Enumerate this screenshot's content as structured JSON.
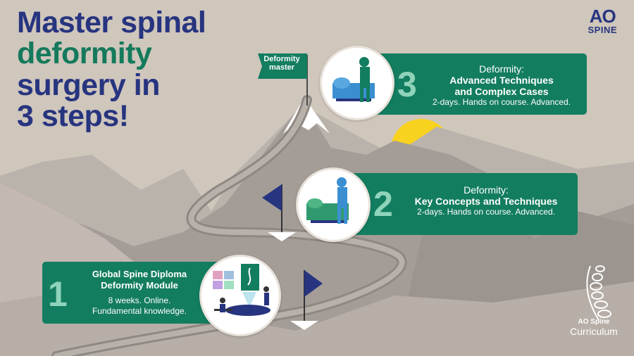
{
  "headline": {
    "line1": "Master spinal",
    "line2": "deformity",
    "line3": "surgery in",
    "line4": "3 steps!"
  },
  "brand": {
    "ao": "AO",
    "spine": "SPINE"
  },
  "summit_flag": {
    "line1": "Deformity",
    "line2": "master"
  },
  "steps": [
    {
      "number": "1",
      "title_line1": "Global Spine Diploma",
      "title_line2": "Deformity Module",
      "detail_line1": "8 weeks. Online.",
      "detail_line2": "Fundamental knowledge."
    },
    {
      "number": "2",
      "label": "Deformity:",
      "title_line1": "Key Concepts and Techniques",
      "detail_line1": "2-days. Hands on course. Advanced."
    },
    {
      "number": "3",
      "label": "Deformity:",
      "title_line1": "Advanced Techniques",
      "title_line2": "and Complex Cases",
      "detail_line1": "2-days. Hands on course. Advanced."
    }
  ],
  "curriculum": {
    "small": "AO Spine",
    "big": "Curriculum"
  },
  "colors": {
    "navy": "#27347f",
    "green": "#137d5f",
    "sun": "#f7d21f",
    "background": "#cfc6bc"
  }
}
